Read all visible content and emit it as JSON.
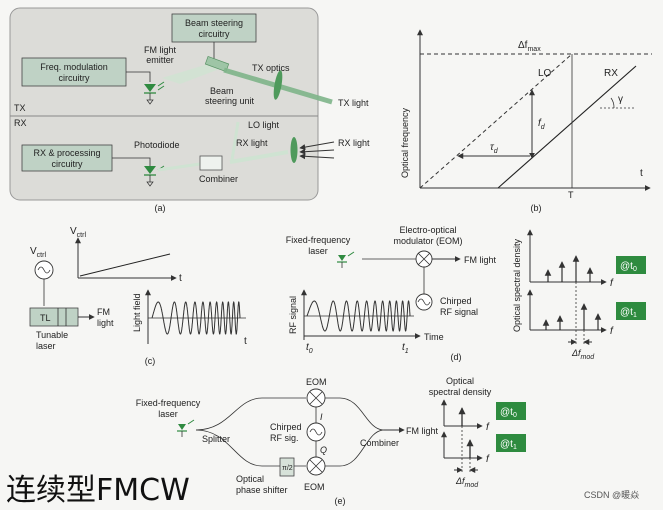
{
  "panel_a": {
    "beam_steering_circuitry": [
      "Beam steering",
      "circuitry"
    ],
    "freq_modulation_circuitry": [
      "Freq. modulation",
      "circuitry"
    ],
    "fm_light_emitter": [
      "FM light",
      "emitter"
    ],
    "tx_optics": "TX optics",
    "beam_steering_unit": [
      "Beam",
      "steering unit"
    ],
    "tx": "TX",
    "tx_light": "TX light",
    "rx": "RX",
    "lo_light": "LO light",
    "rx_light_inner": "RX light",
    "rx_light_outer": "RX light",
    "rx_processing_circuitry": [
      "RX & processing",
      "circuitry"
    ],
    "photodiode": "Photodiode",
    "combiner": "Combiner",
    "caption": "(a)"
  },
  "panel_b": {
    "delta_f_max": "Δf",
    "delta_f_max_sub": "max",
    "y_label": "Optical frequency",
    "lo": "LO",
    "rx": "RX",
    "gamma": "γ",
    "f_d": "f",
    "f_d_sub": "d",
    "tau_d": "τ",
    "tau_d_sub": "d",
    "t_axis": "t",
    "T_tick": "T",
    "caption": "(b)"
  },
  "panel_c": {
    "v_ctrl_axis": "V",
    "v_ctrl_axis_sub": "ctrl",
    "t_axis": "t",
    "v_ctrl_source": "V",
    "v_ctrl_source_sub": "ctrl",
    "tl": "TL",
    "fm_light": [
      "FM",
      "light"
    ],
    "tunable_laser": [
      "Tunable",
      "laser"
    ],
    "light_field": "Light field",
    "t_axis2": "t",
    "caption": "(c)"
  },
  "panel_d": {
    "fixed_frequency_laser": [
      "Fixed-frequency",
      "laser"
    ],
    "eom": [
      "Electro-optical",
      "modulator (EOM)"
    ],
    "fm_light": "FM light",
    "chirped_rf_signal": [
      "Chirped",
      "RF signal"
    ],
    "rf_signal": "RF signal",
    "t0": "t",
    "t0_sub": "0",
    "t1": "t",
    "t1_sub": "1",
    "time": "Time",
    "optical_spectral_density": "Optical spectral density",
    "f_top": "f",
    "f_bottom": "f",
    "badge_t0": "@t",
    "badge_t0_sub": "0",
    "badge_t1": "@t",
    "badge_t1_sub": "1",
    "delta_f_mod": "Δf",
    "delta_f_mod_sub": "mod",
    "caption": "(d)"
  },
  "panel_e": {
    "eom_top": "EOM",
    "eom_bottom": "EOM",
    "fixed_frequency_laser": [
      "Fixed-frequency",
      "laser"
    ],
    "splitter": "Splitter",
    "chirped_rf_sig": [
      "Chirped",
      "RF sig."
    ],
    "i": "I",
    "q": "Q",
    "combiner": "Combiner",
    "fm_light": "FM light",
    "phase_box": "π/2",
    "optical_phase_shifter": [
      "Optical",
      "phase shifter"
    ],
    "optical_spectral_density": [
      "Optical",
      "spectral density"
    ],
    "badge_t0": "@t",
    "badge_t0_sub": "0",
    "badge_t1": "@t",
    "badge_t1_sub": "1",
    "f_top": "f",
    "f_bottom": "f",
    "delta_f_mod": "Δf",
    "delta_f_mod_sub": "mod",
    "caption": "(e)"
  },
  "overlay_title": "连续型FMCW",
  "watermark": "CSDN @暖焱",
  "colors": {
    "green": "#2f8a40",
    "box_fill": "#bfd2c5",
    "badge": "#2e8b3f",
    "panel_bg": "#dcdcd8"
  }
}
